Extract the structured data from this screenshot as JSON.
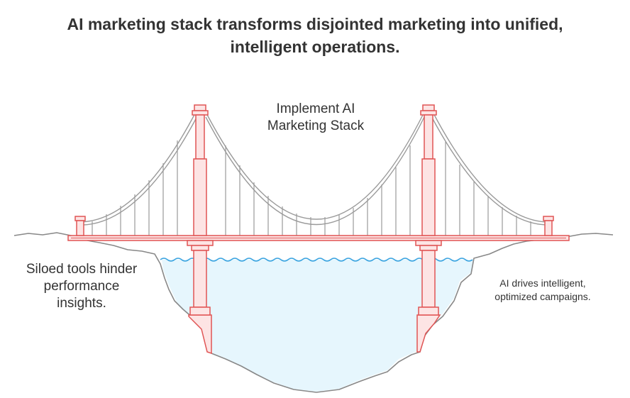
{
  "title": {
    "line1": "AI marketing stack transforms disjointed marketing into unified,",
    "line2": "intelligent operations."
  },
  "bridge": {
    "label_line1": "Implement AI",
    "label_line2": "Marketing Stack"
  },
  "left_side": {
    "line1": "Siloed tools hinder",
    "line2": "performance",
    "line3": "insights."
  },
  "right_side": {
    "line1": "AI drives intelligent,",
    "line2": "optimized campaigns."
  },
  "colors": {
    "structure_stroke": "#e05555",
    "structure_fill": "#fde4e4",
    "cable": "#9a9a9a",
    "ground": "#888888",
    "water_fill": "#e6f6fd",
    "water_line": "#3aa3e0",
    "text": "#333333"
  }
}
